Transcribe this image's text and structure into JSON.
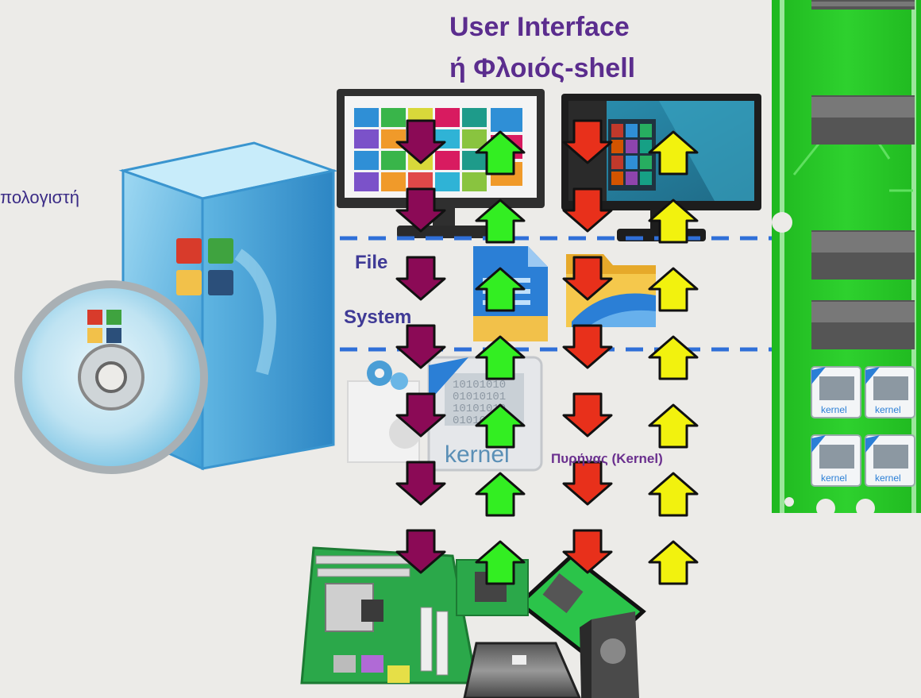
{
  "title_line1": "User Interface",
  "title_line2": "ή Φλοιός-shell",
  "side_text": "πολογιστή",
  "fs_label_1": "File",
  "fs_label_2": "System",
  "kernel_label": "Πυρήνας (Kernel)",
  "kernel_card_text": "kernel",
  "ram_chip_text": "kernel",
  "binary_lines": [
    "10101010",
    "01010101",
    "10101010",
    "01010101"
  ],
  "colors": {
    "title": "#5b2d8e",
    "arrow_purple": "#8b0a56",
    "arrow_green": "#33ee22",
    "arrow_red": "#e8301b",
    "arrow_yellow": "#f2f20e",
    "dashed_line": "#2f6fd8",
    "ram_board": "#22cc22",
    "background": "#ecebe8"
  },
  "icons": [
    "software-box-icon",
    "cd-disc-icon",
    "windows-logo-icon",
    "metro-monitor-icon",
    "desktop-monitor-icon",
    "document-icon",
    "folder-icon",
    "settings-gears-icon",
    "kernel-card-icon",
    "ram-module-icon",
    "motherboard-icon",
    "network-card-icon",
    "cpu-chip-icon",
    "hard-drive-icon"
  ]
}
